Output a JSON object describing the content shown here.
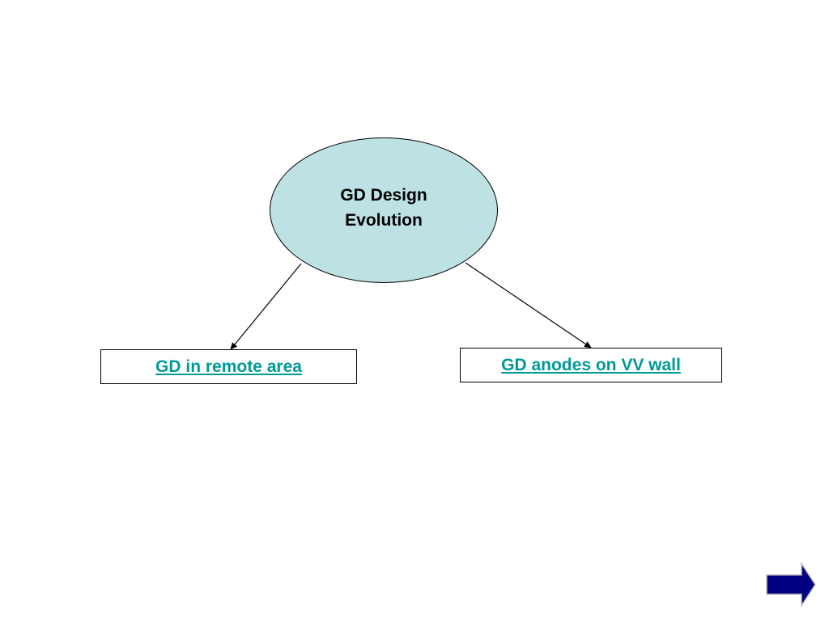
{
  "diagram": {
    "center_node": {
      "line1": "GD Design",
      "line2": "Evolution",
      "fill_color": "#BEE1E3"
    },
    "children": [
      {
        "label": "GD in remote area",
        "link_color": "#009999"
      },
      {
        "label": "GD anodes on VV wall",
        "link_color": "#009999"
      }
    ],
    "connector_color": "#000000"
  },
  "navigation": {
    "next_button": {
      "icon": "arrow-right-icon",
      "fill_color": "#000080"
    }
  }
}
